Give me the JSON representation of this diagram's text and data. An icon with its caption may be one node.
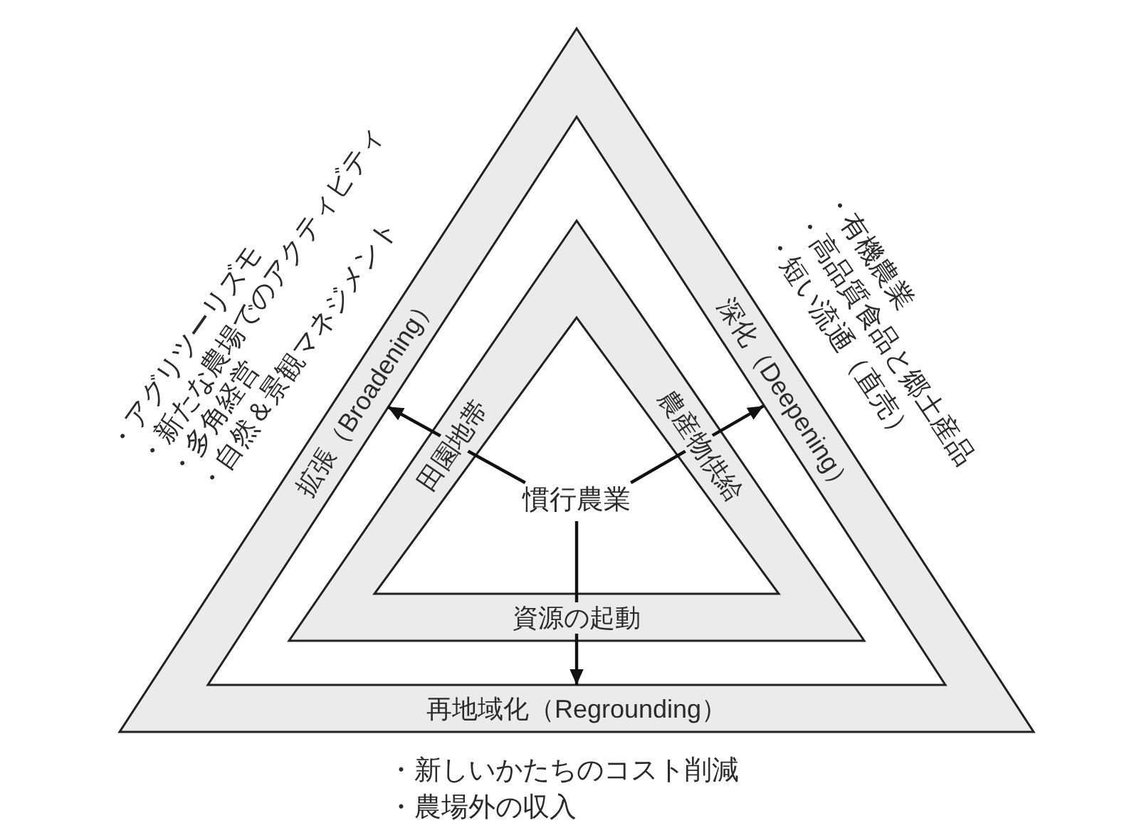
{
  "diagram": {
    "nodes": [
      {
        "text": [
          "拡張（Broadening）"
        ]
      },
      {
        "text": [
          "深化（Deepening）"
        ]
      },
      {
        "text": [
          "慣行農業"
        ]
      },
      {
        "text": [
          "再地域化（Regrounding）"
        ]
      }
    ],
    "edges": [
      {
        "from": 2,
        "to": 0,
        "arrow": "to"
      },
      {
        "from": 2,
        "to": 1,
        "arrow": "to"
      },
      {
        "from": 2,
        "to": 3,
        "arrow": "to"
      }
    ],
    "labels": [
      "・アグリツーリズモ",
      "・新たな農場でのアクティビティ",
      "・多角経営",
      "・自然＆景観マネジメント",
      "・有機農業",
      "・高品質食品と郷土産品",
      "・短い流通（直売）",
      "田園地帯",
      "農産物供給",
      "資源の起動",
      "・新しいかたちのコスト削減",
      "・農場外の収入"
    ]
  }
}
